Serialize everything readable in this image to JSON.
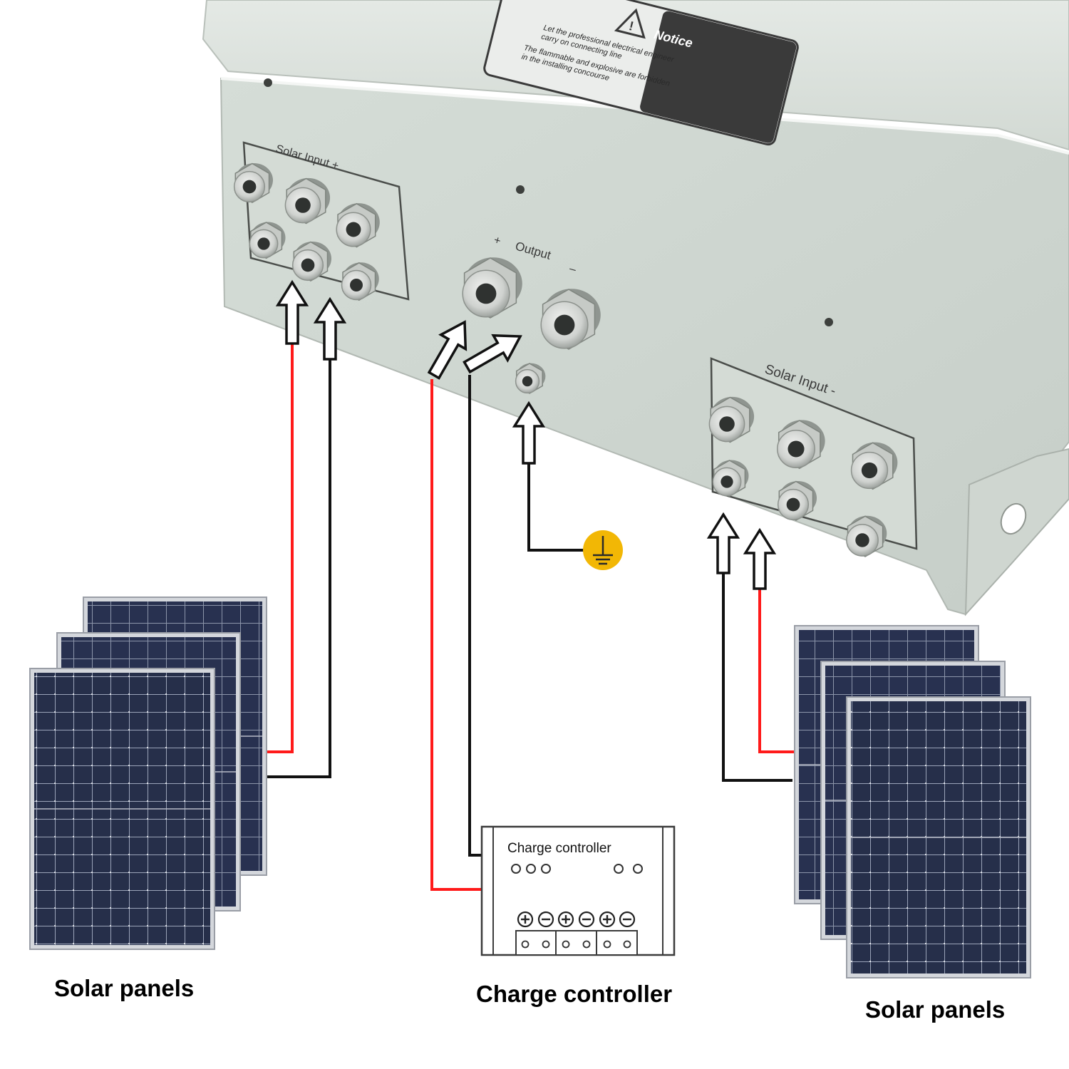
{
  "box": {
    "notice": {
      "title": "Notice",
      "line1a": "Let the professional electrical engineer",
      "line1b": "carry on connecting line",
      "line2a": "The flammable and explosive are forbidden",
      "line2b": "in the installing concourse"
    },
    "solar_input_pos": "Solar Input +",
    "output": "Output",
    "output_plus": "+",
    "output_minus": "–",
    "solar_input_neg": "Solar Input -"
  },
  "controller": {
    "title": "Charge controller"
  },
  "captions": {
    "left_panels": "Solar panels",
    "controller": "Charge controller",
    "right_panels": "Solar panels"
  },
  "colors": {
    "box_body": "#d7ded8",
    "box_side": "#cdd5cf",
    "wire_positive": "#ff1a1a",
    "wire_negative": "#111111",
    "panel_cell": "#262f4a",
    "panel_frame": "#c9ccd2",
    "ground": "#f2b705"
  },
  "icons": [
    "warning-triangle-icon",
    "ground-symbol-icon",
    "plus-terminal-icon",
    "minus-terminal-icon"
  ]
}
